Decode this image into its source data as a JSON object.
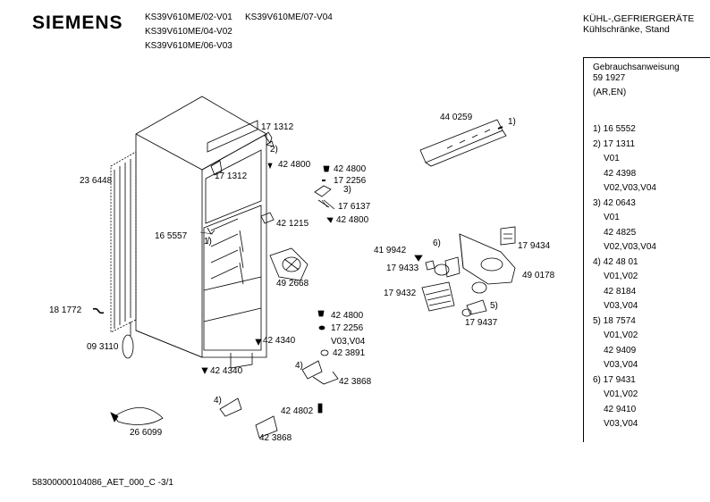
{
  "header": {
    "brand": "SIEMENS",
    "models": [
      "KS39V610ME/02-V01",
      "KS39V610ME/07-V04",
      "KS39V610ME/04-V02",
      "KS39V610ME/06-V03"
    ],
    "category_line1": "KÜHL-,GEFRIERGERÄTE",
    "category_line2": "Kühlschränke, Stand"
  },
  "side_panel": {
    "doc_title": "Gebrauchsanweisung",
    "doc_number": "59 1927",
    "languages": "(AR,EN)",
    "notes": [
      {
        "text": "1)  16 5552",
        "indent": false
      },
      {
        "text": "2)  17 1311",
        "indent": false
      },
      {
        "text": "V01",
        "indent": true
      },
      {
        "text": "42 4398",
        "indent": true
      },
      {
        "text": "V02,V03,V04",
        "indent": true
      },
      {
        "text": "3)  42 0643",
        "indent": false
      },
      {
        "text": "V01",
        "indent": true
      },
      {
        "text": "42 4825",
        "indent": true
      },
      {
        "text": "V02,V03,V04",
        "indent": true
      },
      {
        "text": "4)  42 48 01",
        "indent": false
      },
      {
        "text": "V01,V02",
        "indent": true
      },
      {
        "text": "42 8184",
        "indent": true
      },
      {
        "text": "V03,V04",
        "indent": true
      },
      {
        "text": "5)  18 7574",
        "indent": false
      },
      {
        "text": "V01,V02",
        "indent": true
      },
      {
        "text": "42 9409",
        "indent": true
      },
      {
        "text": "V03,V04",
        "indent": true
      },
      {
        "text": "6)  17 9431",
        "indent": false
      },
      {
        "text": "V01,V02",
        "indent": true
      },
      {
        "text": "42 9410",
        "indent": true
      },
      {
        "text": "V03,V04",
        "indent": true
      }
    ]
  },
  "part_labels": {
    "p171312a": "17 1312",
    "n2": "2)",
    "p424800a": "42 4800",
    "p171312b": "17 1312",
    "p236448": "23 6448",
    "p424800b": "42 4800",
    "p172256a": "17 2256",
    "n3": "3)",
    "p176137": "17 6137",
    "p421215": "42 1215",
    "p424800c": "42 4800",
    "p165557": "16 5557",
    "n1a": "1)",
    "p440259": "44 0259",
    "n1b": "1)",
    "p179434": "17 9434",
    "p419942": "41 9942",
    "n6": "6)",
    "p179433": "17 9433",
    "p490178": "49 0178",
    "p492668": "49 2668",
    "p179432": "17 9432",
    "n5": "5)",
    "p179437": "17 9437",
    "p181772": "18 1772",
    "p424800d": "42 4800",
    "p172256b": "17 2256",
    "v0304": "V03,V04",
    "p423891": "42 3891",
    "p093110": "09 3110",
    "p424340a": "42 4340",
    "p424340b": "42 4340",
    "n4a": "4)",
    "p423868a": "42 3868",
    "n4b": "4)",
    "p424802": "42 4802",
    "p266099": "26 6099",
    "p423868b": "42 3868"
  },
  "footer": {
    "code": "58300000104086_AET_000_C -3/1"
  }
}
